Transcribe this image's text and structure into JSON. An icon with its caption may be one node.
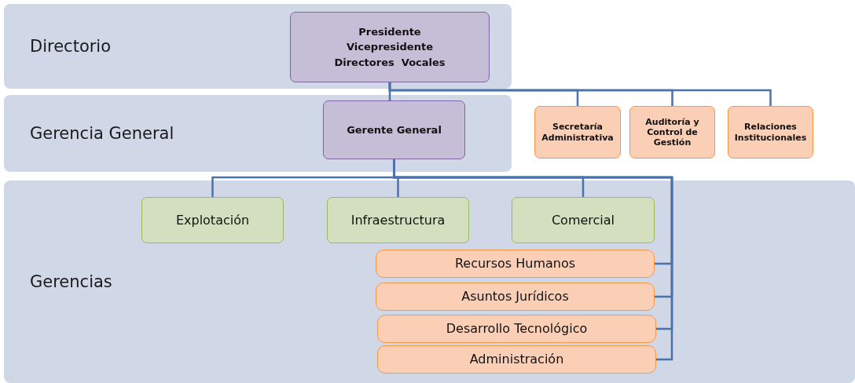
{
  "diagram": {
    "nodes": [
      {
        "text": [
          "Directorio"
        ]
      },
      {
        "text": [
          "Presidente",
          "Vicepresidente",
          "Directores  Vocales"
        ],
        "in": 0
      },
      {
        "text": [
          "Gerencia General"
        ]
      },
      {
        "text": [
          "Gerente General"
        ],
        "in": 2
      },
      {
        "text": [
          "Secretaría Administrativa"
        ]
      },
      {
        "text": [
          "Auditoría y Control de Gestión"
        ]
      },
      {
        "text": [
          "Relaciones Institucionales"
        ]
      },
      {
        "text": [
          "Gerencias"
        ]
      },
      {
        "text": [
          "Explotación"
        ],
        "in": 7
      },
      {
        "text": [
          "Infraestructura"
        ],
        "in": 7
      },
      {
        "text": [
          "Comercial"
        ],
        "in": 7
      },
      {
        "text": [
          "Recursos Humanos"
        ],
        "in": 7
      },
      {
        "text": [
          "Asuntos Jurídicos"
        ],
        "in": 7
      },
      {
        "text": [
          "Desarrollo Tecnológico"
        ],
        "in": 7
      },
      {
        "text": [
          "Administración"
        ],
        "in": 7
      }
    ],
    "edges": [
      {
        "from": 1,
        "to": 3,
        "arrow": "none"
      },
      {
        "from": 1,
        "to": 4,
        "arrow": "none"
      },
      {
        "from": 1,
        "to": 5,
        "arrow": "none"
      },
      {
        "from": 1,
        "to": 6,
        "arrow": "none"
      },
      {
        "from": 3,
        "to": 8,
        "arrow": "none"
      },
      {
        "from": 3,
        "to": 9,
        "arrow": "none"
      },
      {
        "from": 3,
        "to": 10,
        "arrow": "none"
      },
      {
        "from": 3,
        "to": 11,
        "arrow": "none"
      },
      {
        "from": 3,
        "to": 12,
        "arrow": "none"
      },
      {
        "from": 3,
        "to": 13,
        "arrow": "none"
      },
      {
        "from": 3,
        "to": 14,
        "arrow": "none"
      }
    ]
  }
}
